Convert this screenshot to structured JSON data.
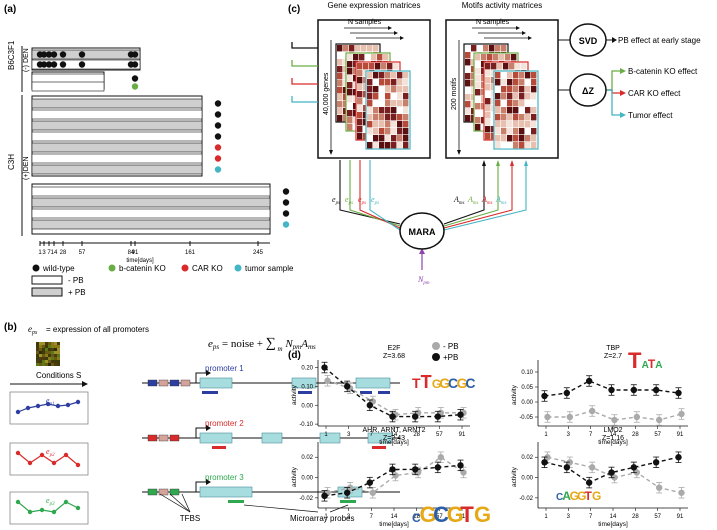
{
  "panel_a": {
    "label": "(a)",
    "strains": [
      "B6C3F1",
      "C3H"
    ],
    "treatments": [
      "(-) DEN",
      "(+)DEN"
    ],
    "ticks": [
      "1",
      "3",
      "7",
      "14",
      "28",
      "57",
      "84",
      "91",
      "161",
      "245"
    ],
    "time_label": "time[days]",
    "legend": {
      "wild_type": "wild-type",
      "bcat": "b-catenin KO",
      "car": "CAR KO",
      "tumor": "tumor sample",
      "minus_pb": "- PB",
      "plus_pb": "+ PB"
    },
    "colors": {
      "wild_type": "#111111",
      "bcat": "#6aad44",
      "car": "#d92b2b",
      "tumor": "#44b5c4",
      "pb_fill": "#cfcfcf"
    }
  },
  "panel_b": {
    "label": "(b)",
    "eps_text": "= expression of all promoters",
    "conditions": "Conditions S",
    "equation_lhs": "e",
    "equation_rhs": "= noise +",
    "promoters": [
      "promoter 1",
      "promoter 2",
      "promoter 3"
    ],
    "series_labels": [
      "e",
      "e",
      "e"
    ],
    "tfbs": "TFBS",
    "probes": "Microarray probes",
    "colors": {
      "p1": "#2c3e9f",
      "p2": "#d92b2b",
      "p3": "#2fa84f"
    }
  },
  "panel_c": {
    "label": "(c)",
    "gene_title": "Gene expression matrices",
    "motif_title": "Motifs activity matrices",
    "ns_samples": "N  samples",
    "genes": "40,000 genes",
    "motifs": "200 motifs",
    "mara": "MARA",
    "svd": "SVD",
    "dz": "ΔZ",
    "npm": "N",
    "outputs": [
      "PB effect at early stage",
      "B-catenin KO effect",
      "CAR KO effect",
      "Tumor effect"
    ],
    "e_labels": [
      "e",
      "e",
      "e",
      "e"
    ],
    "a_labels": [
      "A",
      "A",
      "A",
      "A"
    ]
  },
  "panel_d": {
    "label": "(d)",
    "legend_minus": "- PB",
    "legend_plus": "+PB",
    "x_ticks": [
      "1",
      "3",
      "7",
      "14",
      "28",
      "57",
      "91"
    ],
    "xlabel": "time[days]",
    "ylabel": "activity"
  },
  "chart_data": [
    {
      "type": "line",
      "title": "E2F",
      "subtitle": "Z=3.68",
      "xlabel": "time[days]",
      "ylabel": "activity",
      "categories": [
        "1",
        "3",
        "7",
        "14",
        "28",
        "57",
        "91"
      ],
      "y_ticks": [
        "-0.10",
        "0.00",
        "0.10",
        "0.20"
      ],
      "ylim": [
        -0.11,
        0.24
      ],
      "series": [
        {
          "name": "- PB",
          "values": [
            0.13,
            0.09,
            0.02,
            -0.05,
            -0.04,
            -0.04,
            -0.04
          ]
        },
        {
          "name": "+PB",
          "values": [
            0.2,
            0.1,
            0.0,
            -0.06,
            -0.06,
            -0.06,
            -0.05
          ]
        }
      ]
    },
    {
      "type": "line",
      "title": "TBP",
      "subtitle": "Z=2.7",
      "xlabel": "time[days]",
      "ylabel": "activity",
      "categories": [
        "1",
        "3",
        "7",
        "14",
        "28",
        "57",
        "91"
      ],
      "y_ticks": [
        "-0.05",
        "0.00",
        "0.05",
        "0.10"
      ],
      "ylim": [
        -0.08,
        0.14
      ],
      "series": [
        {
          "name": "- PB",
          "values": [
            -0.05,
            -0.05,
            -0.03,
            -0.06,
            -0.05,
            -0.06,
            -0.04
          ]
        },
        {
          "name": "+PB",
          "values": [
            0.02,
            0.03,
            0.07,
            0.04,
            0.04,
            0.04,
            0.03
          ]
        }
      ]
    },
    {
      "type": "line",
      "title": "AHR, ARNT, ARNT2",
      "subtitle": "Z=2.43",
      "xlabel": "time[days]",
      "ylabel": "activity",
      "categories": [
        "1",
        "3",
        "7",
        "14",
        "28",
        "57",
        "91"
      ],
      "y_ticks": [
        "-0.02",
        "0.00",
        "0.02"
      ],
      "ylim": [
        -0.03,
        0.035
      ],
      "series": [
        {
          "name": "- PB",
          "values": [
            -0.015,
            -0.01,
            -0.015,
            0.002,
            0.005,
            0.02,
            0.005
          ]
        },
        {
          "name": "+PB",
          "values": [
            -0.018,
            -0.015,
            -0.005,
            0.008,
            0.008,
            0.01,
            0.012
          ]
        }
      ]
    },
    {
      "type": "line",
      "title": "LMO2",
      "subtitle": "Z=1.16",
      "xlabel": "time[days]",
      "ylabel": "activity",
      "categories": [
        "1",
        "3",
        "7",
        "14",
        "28",
        "57",
        "91"
      ],
      "y_ticks": [
        "-0.02",
        "0.00",
        "0.02"
      ],
      "ylim": [
        -0.03,
        0.035
      ],
      "series": [
        {
          "name": "- PB",
          "values": [
            0.02,
            0.015,
            0.01,
            0.0,
            0.005,
            -0.01,
            -0.015
          ]
        },
        {
          "name": "+PB",
          "values": [
            0.015,
            0.01,
            -0.005,
            0.005,
            0.01,
            0.015,
            0.02
          ]
        }
      ]
    }
  ]
}
